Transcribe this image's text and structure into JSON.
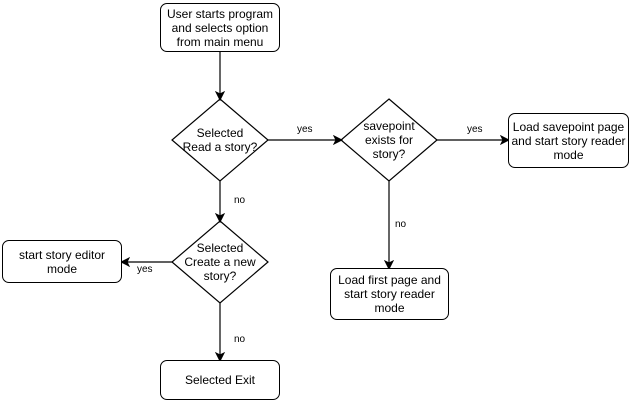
{
  "diagram": {
    "nodes": {
      "start": {
        "label": "User starts program\nand selects option\nfrom main menu",
        "shape": "rounded-rect"
      },
      "read_decision": {
        "label": "Selected\nRead a story?",
        "shape": "diamond"
      },
      "savepoint_decision": {
        "label": "savepoint\nexists for\nstory?",
        "shape": "diamond"
      },
      "load_savepoint": {
        "label": "Load savepoint page\nand start story reader\nmode",
        "shape": "rounded-rect"
      },
      "create_decision": {
        "label": "Selected\nCreate a new\nstory?",
        "shape": "diamond"
      },
      "story_editor": {
        "label": "start story editor\nmode",
        "shape": "rounded-rect"
      },
      "load_first_page": {
        "label": "Load first page and\nstart story reader\nmode",
        "shape": "rounded-rect"
      },
      "exit": {
        "label": "Selected Exit",
        "shape": "rounded-rect"
      }
    },
    "edges": [
      {
        "from": "start",
        "to": "read_decision",
        "label": ""
      },
      {
        "from": "read_decision",
        "to": "savepoint_decision",
        "label": "yes"
      },
      {
        "from": "savepoint_decision",
        "to": "load_savepoint",
        "label": "yes"
      },
      {
        "from": "read_decision",
        "to": "create_decision",
        "label": "no"
      },
      {
        "from": "savepoint_decision",
        "to": "load_first_page",
        "label": "no"
      },
      {
        "from": "create_decision",
        "to": "story_editor",
        "label": "yes"
      },
      {
        "from": "create_decision",
        "to": "exit",
        "label": "no"
      }
    ],
    "colors": {
      "stroke": "#000000",
      "fill": "#ffffff",
      "text": "#000000"
    }
  }
}
